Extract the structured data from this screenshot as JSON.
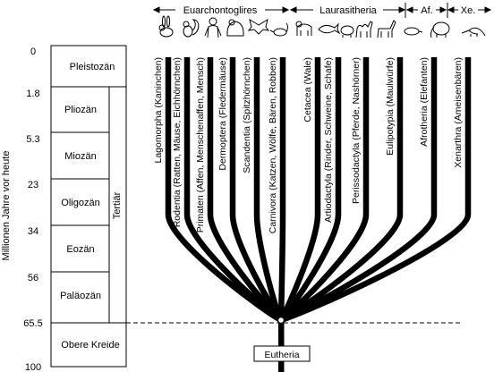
{
  "axis": {
    "label": "Millionen Jahre vor heute",
    "ticks": [
      "0",
      "1.8",
      "5.3",
      "23",
      "34",
      "56",
      "65.5",
      "100"
    ]
  },
  "periods": [
    {
      "name": "Pleistozän"
    },
    {
      "name": "Pliozän"
    },
    {
      "name": "Miozän"
    },
    {
      "name": "Oligozän"
    },
    {
      "name": "Eozän"
    },
    {
      "name": "Paläozän"
    },
    {
      "name": "Obere Kreide"
    }
  ],
  "tertiary_label": "Tertiär",
  "root_label": "Eutheria",
  "groups": [
    {
      "name": "Euarchontoglires"
    },
    {
      "name": "Laurasitheria"
    },
    {
      "name": "Af."
    },
    {
      "name": "Xe."
    }
  ],
  "taxa": [
    {
      "label": "Lagomorpha (Kaninchen)",
      "animal": "rabbit-icon"
    },
    {
      "label": "Rodentia (Ratten, Mäuse, Eichhörnchen)",
      "animal": "squirrel-icon"
    },
    {
      "label": "Primaten (Affen, Menschenaffen, Mensch)",
      "animal": "ape-icon"
    },
    {
      "label": "Dermoptera (Fledermäuse)",
      "animal": "bat-icon"
    },
    {
      "label": "Scandentia (Spitzhörnchen)",
      "animal": "treeshrew-icon"
    },
    {
      "label": "Carnivora (Katzen, Wölfe, Bären, Robben)",
      "animal": "bear-icon"
    },
    {
      "label": "Cetacea (Wale)",
      "animal": "whale-icon"
    },
    {
      "label": "Artiodactyla (Rinder, Schweine, Schafe)",
      "animal": "camel-icon"
    },
    {
      "label": "Perissodactyla (Pferde, Nashörner)",
      "animal": "horse-icon"
    },
    {
      "label": "Eulipotypia (Maulwürfe)",
      "animal": "mole-icon"
    },
    {
      "label": "Afrotheria (Elefanten)",
      "animal": "elephant-icon"
    },
    {
      "label": "Xenarthra (Ameisenbären)",
      "animal": "anteater-icon"
    }
  ]
}
